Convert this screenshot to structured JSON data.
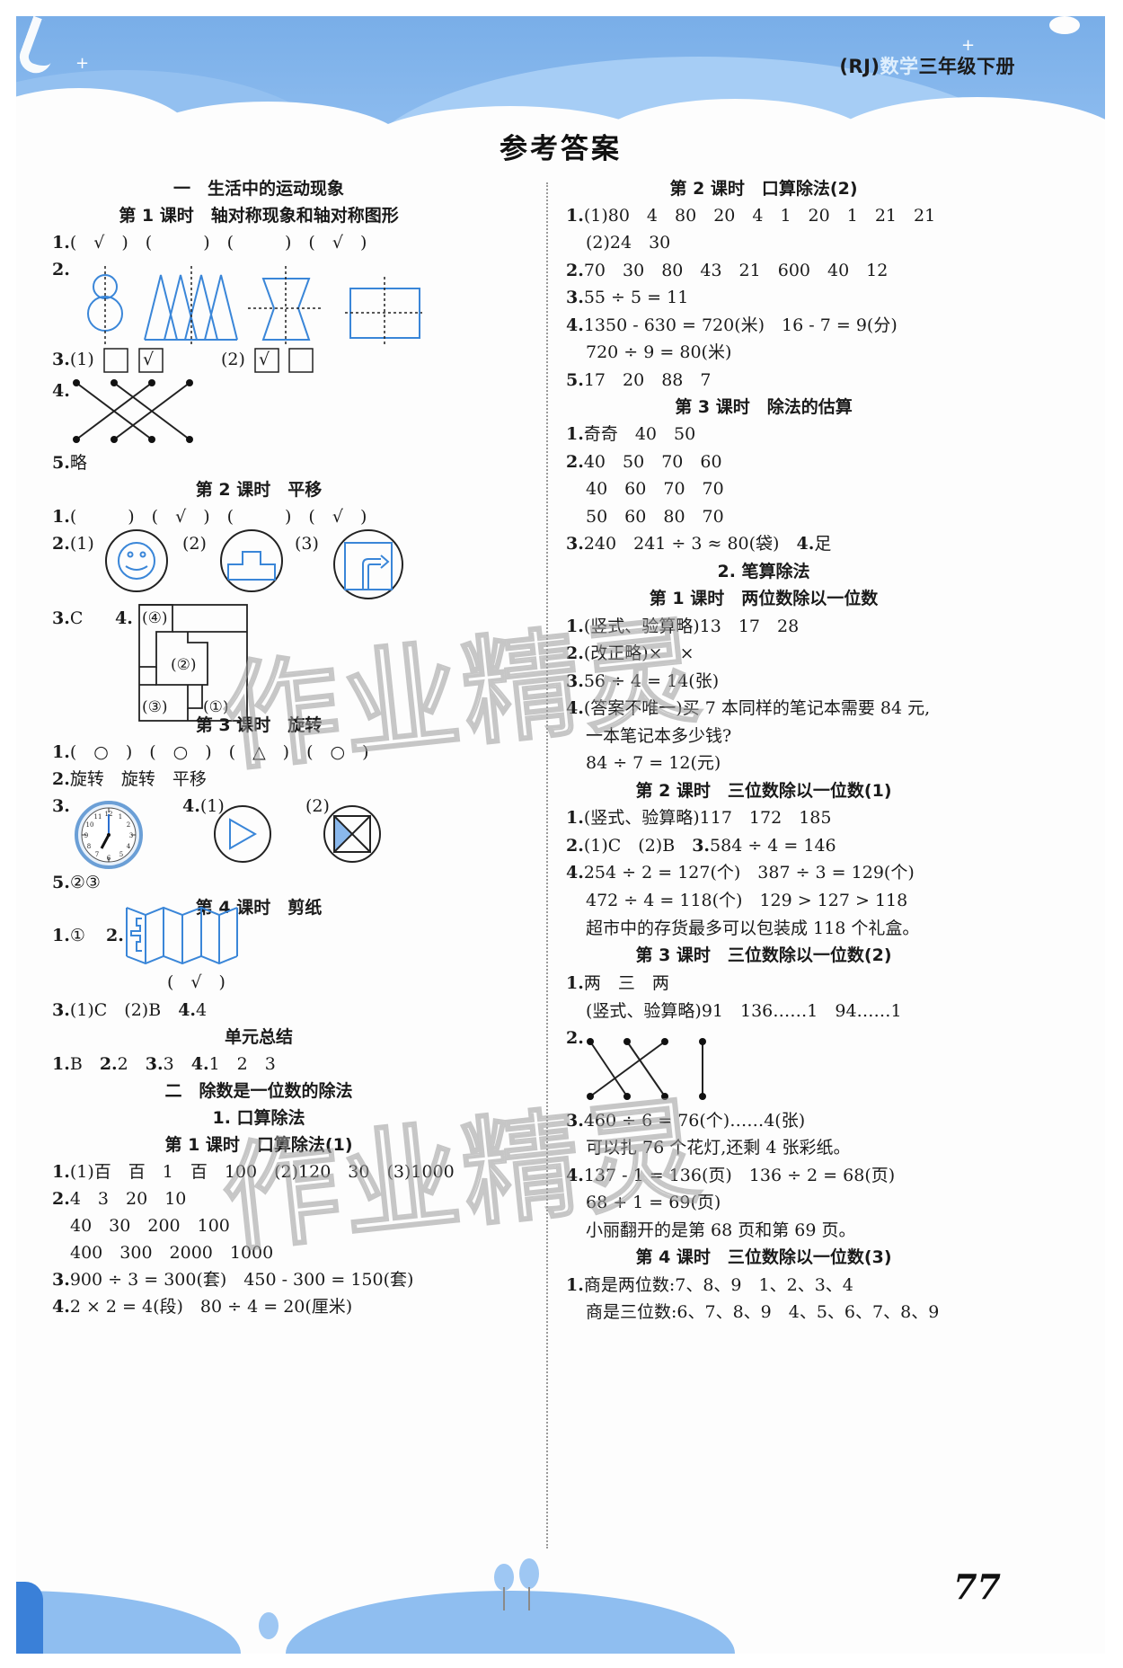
{
  "header": {
    "edition": "(RJ)",
    "subject": "数学",
    "grade": "三年级下册"
  },
  "page_title": "参考答案",
  "left": {
    "unit1_title": "一　生活中的运动现象",
    "l1_title": "第 1 课时　轴对称现象和轴对称图形",
    "l1_q1": "(　√　)　(　　　)　(　　　)　(　√　)",
    "l1_q3_p1": "(1)",
    "l1_q3_p2": "(2)",
    "l1_q3_check": "√",
    "l1_q5": "略",
    "l2_title": "第 2 课时　平移",
    "l2_q1": "(　　　)　(　√　)　(　　　)　(　√　)",
    "l2_q2_p1": "(1)",
    "l2_q2_p2": "(2)",
    "l2_q2_p3": "(3)",
    "l2_q3": "C",
    "l2_q4_labels": [
      "(④)",
      "(②)",
      "(③)",
      "(①)"
    ],
    "l3_title": "第 3 课时　旋转",
    "l3_q1": "(　○　)　(　○　)　(　△　)　(　○　)",
    "l3_q2": "旋转　旋转　平移",
    "l3_q4_p1": "(1)",
    "l3_q4_p2": "(2)",
    "l3_q5": "②③",
    "l4_title": "第 4 课时　剪纸",
    "l4_q1": "①",
    "l4_q2_mark": "(　√　)",
    "l4_q3": "(1)C　(2)B",
    "l4_q4": "4",
    "summary_title": "单元总结",
    "summary_answers": [
      "B",
      "2",
      "3",
      "1　2　3"
    ],
    "unit2_title": "二　除数是一位数的除法",
    "sec1_title": "1. 口算除法",
    "u2l1_title": "第 1 课时　口算除法(1)",
    "u2l1_q1": "(1)百　百　1　百　100　(2)120　30　(3)1000",
    "u2l1_q2_rows": [
      "4　3　20　10",
      "40　30　200　100",
      "400　300　2000　1000"
    ],
    "u2l1_q3": "900 ÷ 3 = 300(套)　450 - 300 = 150(套)",
    "u2l1_q4": "2 × 2 = 4(段)　80 ÷ 4 = 20(厘米)"
  },
  "right": {
    "u2l2_title": "第 2 课时　口算除法(2)",
    "u2l2_q1_a": "(1)80　4　80　20　4　1　20　1　21　21",
    "u2l2_q1_b": "(2)24　30",
    "u2l2_q2": "70　30　80　43　21　600　40　12",
    "u2l2_q3": "55 ÷ 5 = 11",
    "u2l2_q4_a": "1350 - 630 = 720(米)　16 - 7 = 9(分)",
    "u2l2_q4_b": "720 ÷ 9 = 80(米)",
    "u2l2_q5": "17　20　88　7",
    "u2l3_title": "第 3 课时　除法的估算",
    "u2l3_q1": "奇奇　40　50",
    "u2l3_q2_rows": [
      "40　50　70　60",
      "40　60　70　70",
      "50　60　80　70"
    ],
    "u2l3_q3": "240　241 ÷ 3 ≈ 80(袋)",
    "u2l3_q4": "足",
    "sec2_title": "2. 笔算除法",
    "w1_title": "第 1 课时　两位数除以一位数",
    "w1_q1": "(竖式、验算略)13　17　28",
    "w1_q2": "(改正略)×　×",
    "w1_q3": "56 ÷ 4 = 14(张)",
    "w1_q4_a": "(答案不唯一)买 7 本同样的笔记本需要 84 元,",
    "w1_q4_b": "一本笔记本多少钱?",
    "w1_q4_c": "84 ÷ 7 = 12(元)",
    "w2_title": "第 2 课时　三位数除以一位数(1)",
    "w2_q1": "(竖式、验算略)117　172　185",
    "w2_q2": "(1)C　(2)B",
    "w2_q3": "584 ÷ 4 = 146",
    "w2_q4_a": "254 ÷ 2 = 127(个)　387 ÷ 3 = 129(个)",
    "w2_q4_b": "472 ÷ 4 = 118(个)　129 > 127 > 118",
    "w2_q4_c": "超市中的存货最多可以包装成 118 个礼盒。",
    "w3_title": "第 3 课时　三位数除以一位数(2)",
    "w3_q1_a": "两　三　两",
    "w3_q1_b": "(竖式、验算略)91　136……1　94……1",
    "w3_q3_a": "460 ÷ 6 = 76(个)……4(张)",
    "w3_q3_b": "可以扎 76 个花灯,还剩 4 张彩纸。",
    "w3_q4_a": "137 - 1 = 136(页)　136 ÷ 2 = 68(页)",
    "w3_q4_b": "68 + 1 = 69(页)",
    "w3_q4_c": "小丽翻开的是第 68 页和第 69 页。",
    "w4_title": "第 4 课时　三位数除以一位数(3)",
    "w4_q1_a": "商是两位数:7、8、9　1、2、3、4",
    "w4_q1_b": "商是三位数:6、7、8、9　4、5、6、7、8、9"
  },
  "numbers": {
    "n1": "1.",
    "n2": "2.",
    "n3": "3.",
    "n4": "4.",
    "n5": "5."
  },
  "clock": {
    "hour": 7,
    "minute": 0,
    "labels": [
      "12",
      "1",
      "2",
      "3",
      "4",
      "5",
      "6",
      "7",
      "8",
      "9",
      "10",
      "11"
    ]
  },
  "watermark": "作业精灵",
  "page_number": "77",
  "colors": {
    "accent_blue": "#3a86d8",
    "sky": "#79aee8"
  }
}
